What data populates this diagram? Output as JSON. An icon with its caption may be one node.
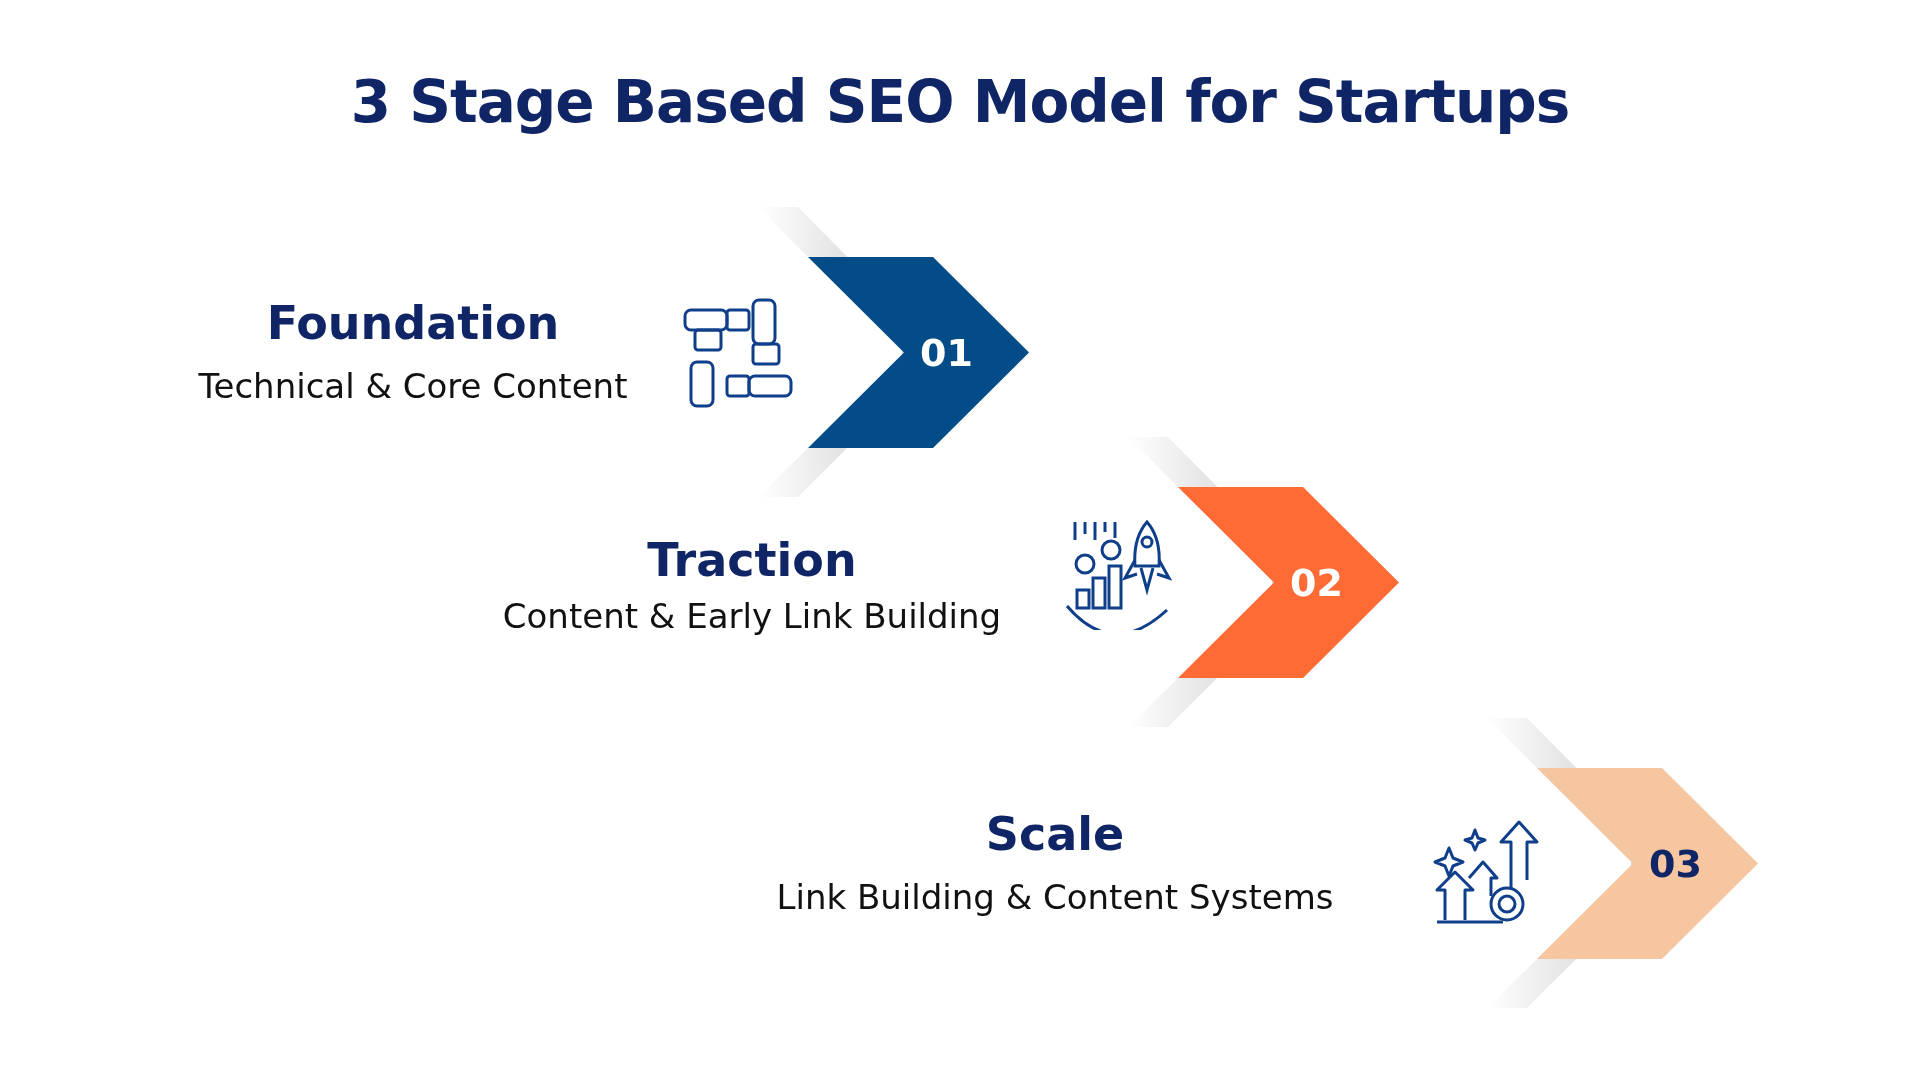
{
  "diagram": {
    "title": "3 Stage Based SEO Model for Startups",
    "nodes": [
      {
        "text": [
          "01"
        ],
        "beside": [
          "Foundation",
          "Technical & Core Content"
        ]
      },
      {
        "text": [
          "02"
        ],
        "beside": [
          "Traction",
          "Content & Early Link Building"
        ]
      },
      {
        "text": [
          "03"
        ],
        "beside": [
          "Scale",
          "Link Building & Content Systems"
        ]
      }
    ],
    "edges": []
  }
}
